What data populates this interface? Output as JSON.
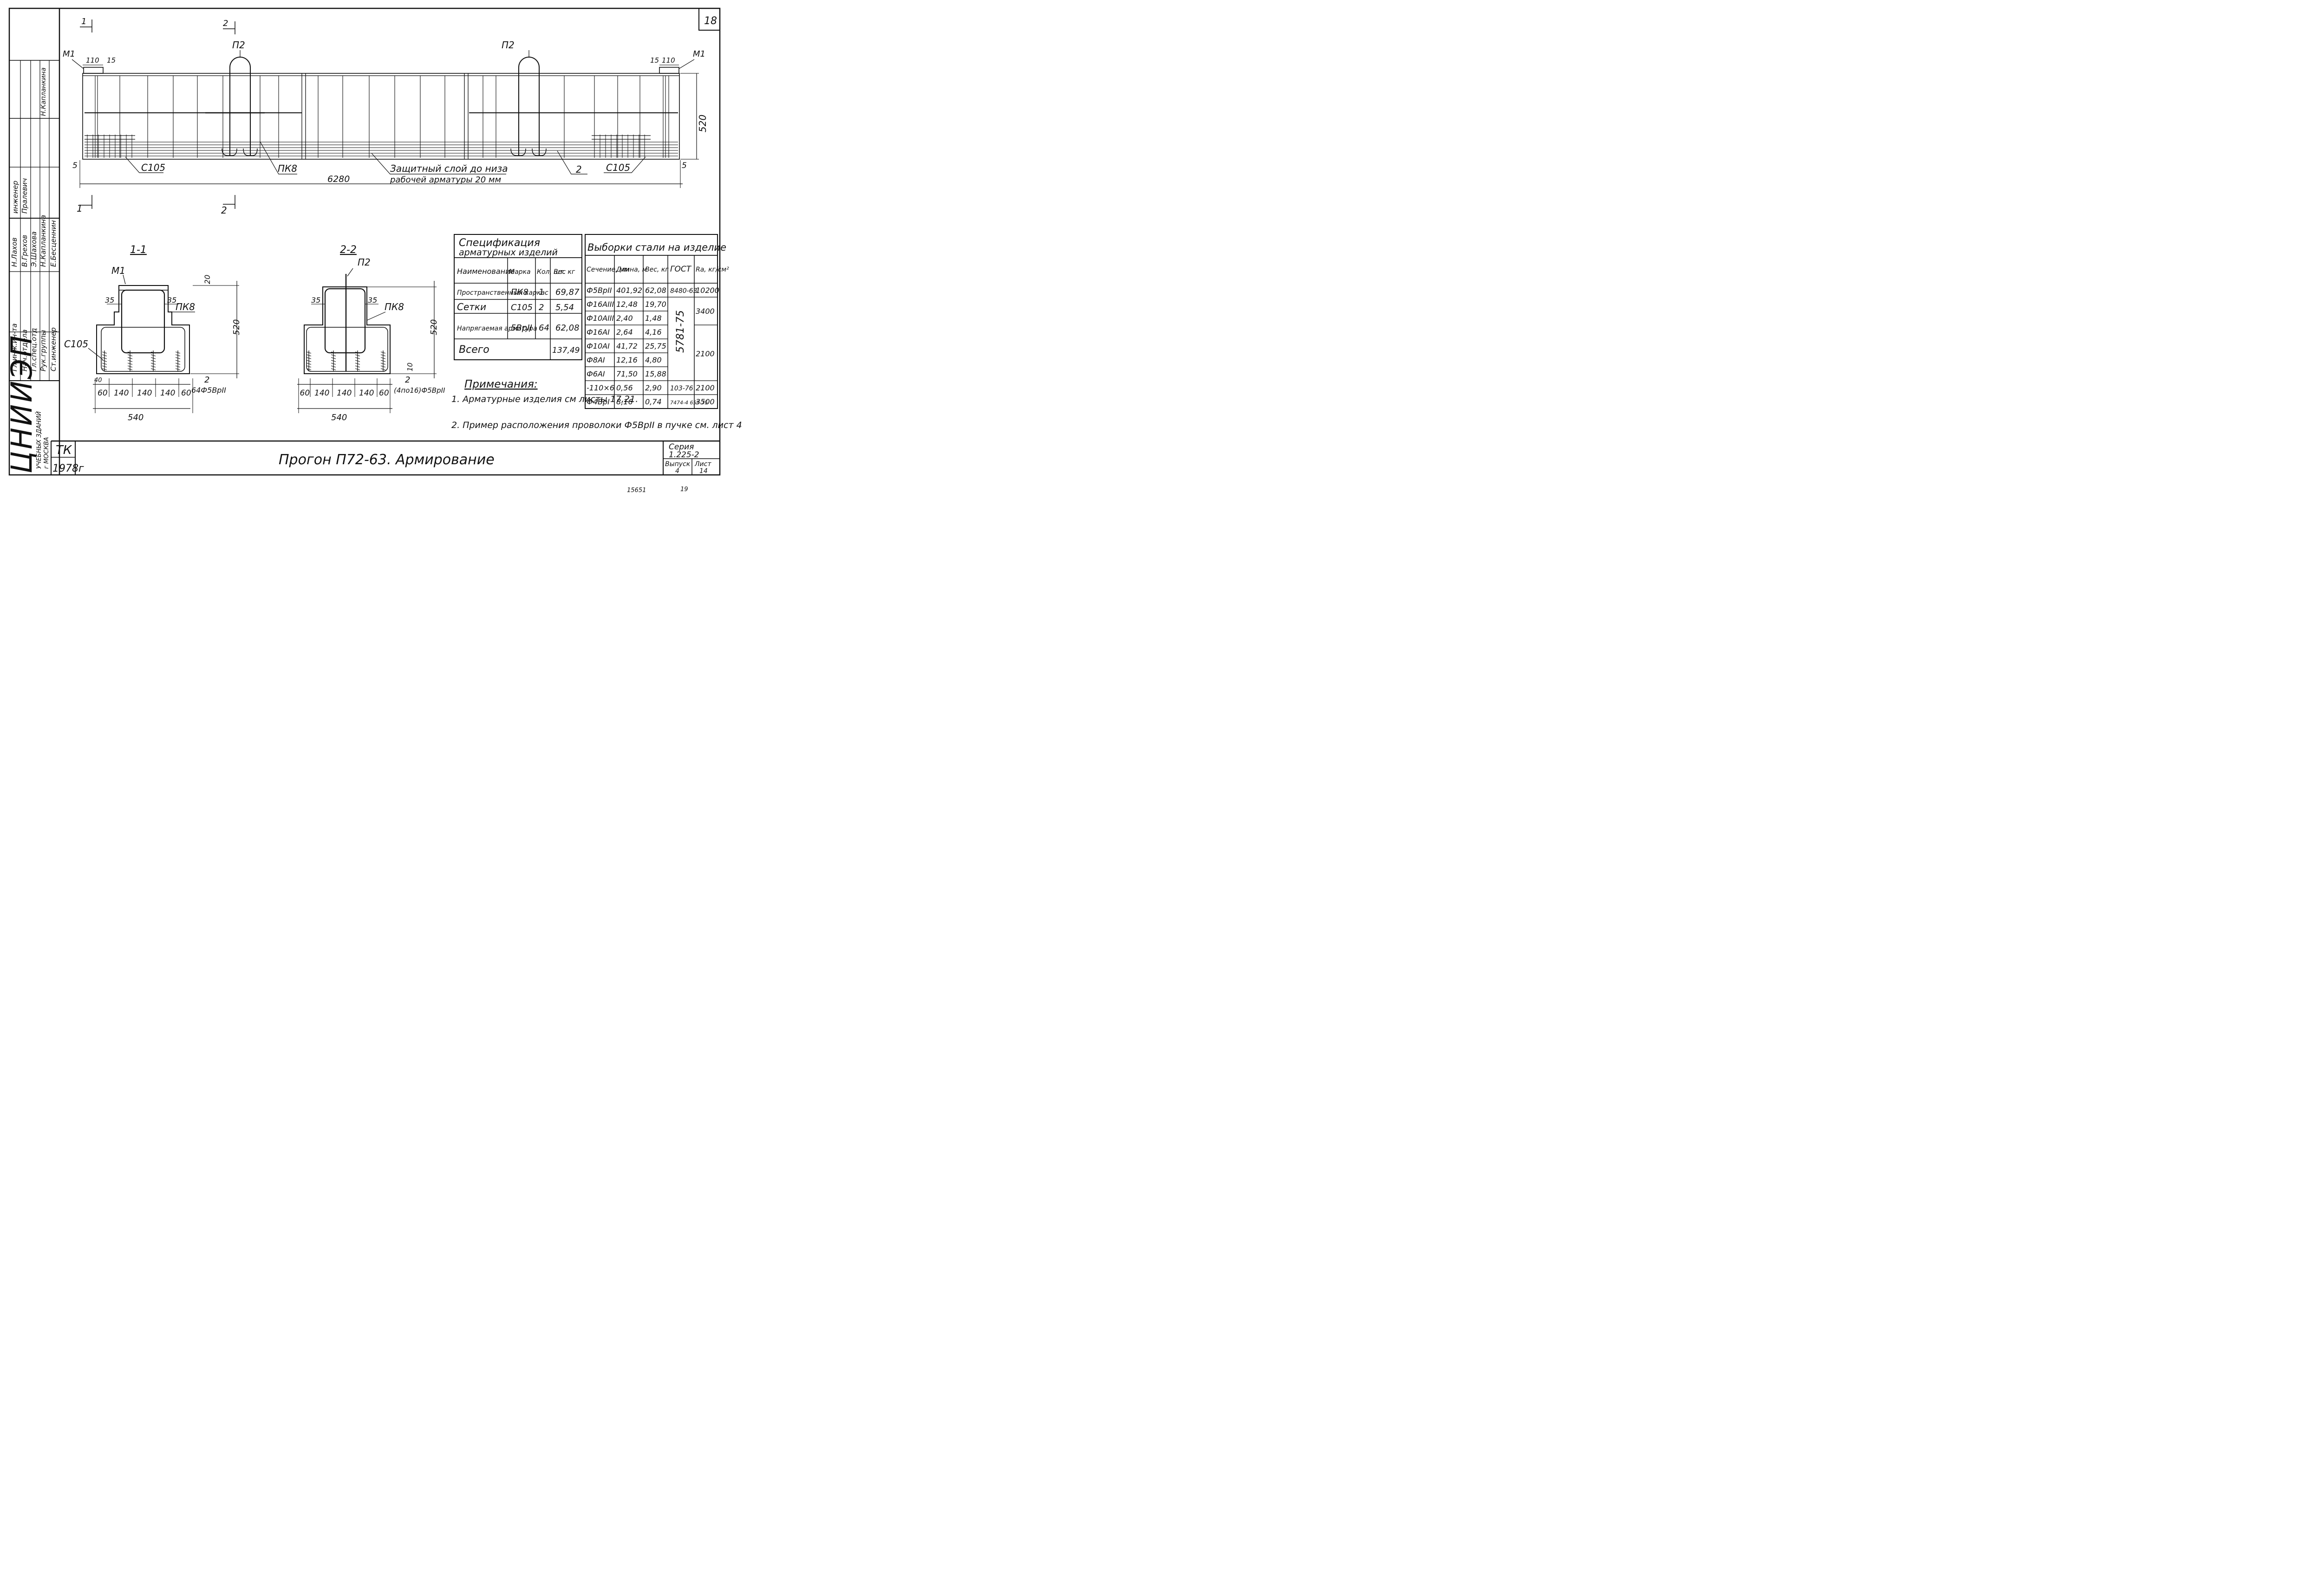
{
  "sheet": {
    "sheet_number_corner": "18",
    "title": "Прогон П72-63. Армирование",
    "series_label": "Серия",
    "series_value": "1.225-2",
    "issue_label": "Выпуск",
    "issue_value": "4",
    "sheet_label": "Лист",
    "sheet_value": "14",
    "tk": "ТК",
    "year": "1978г",
    "bottom_stamp_left": "15651",
    "bottom_stamp_right": "19",
    "org_big": "ЦНИИЭП",
    "org_small_1": "УЧЕБНЫХ ЗДАНИЙ",
    "org_small_2": "г МОСКВА"
  },
  "stamp": {
    "roles": [
      "Гл.инж.ин-та",
      "Нач.отдела",
      "Гл.спец.отд",
      "Рук.группы",
      "Ст.инженер"
    ],
    "names": [
      "Н.Лахов",
      "В.Грехов",
      "Э.Шахова",
      "Н.Капланкина",
      "Е.Бесценнин"
    ],
    "upper_roles": [
      "инженер"
    ],
    "upper_names": [
      "Н.Капланкина",
      "Пралевич"
    ]
  },
  "elevation": {
    "labels": {
      "m1_left": "М1",
      "m1_right": "М1",
      "p2_left": "П2",
      "p2_right": "П2",
      "c105_left": "С105",
      "c105_right": "С105",
      "pk8": "ПК8",
      "bar2": "2",
      "cut1_top": "1",
      "cut1_bottom": "1",
      "cut2_top": "2",
      "cut2_bottom": "2"
    },
    "dims": {
      "d110_left": "110",
      "d15_left": "15",
      "d15_right": "15",
      "d110_right": "110",
      "height": "520",
      "length": "6280",
      "d5_left": "5",
      "d5_right": "5"
    },
    "note_line1": "Защитный слой до низа",
    "note_line2": "рабочей арматуры 20 мм"
  },
  "section_1": {
    "title": "1-1",
    "m1": "М1",
    "pk8": "ПК8",
    "c105": "С105",
    "d35a": "35",
    "d35b": "35",
    "d20": "20",
    "d520": "520",
    "d40": "40",
    "bottom_dims": [
      "60",
      "140",
      "140",
      "140",
      "60"
    ],
    "width": "540",
    "bar_mark": "2",
    "bar_spec": "64Ф5ВрII"
  },
  "section_2": {
    "title": "2-2",
    "p2": "П2",
    "pk8": "ПК8",
    "d35a": "35",
    "d35b": "35",
    "d520": "520",
    "d10": "10",
    "bottom_dims": [
      "60",
      "140",
      "140",
      "140",
      "60"
    ],
    "width": "540",
    "bar_mark": "2",
    "bar_spec": "(4по16)Ф5ВрII"
  },
  "spec_table": {
    "title_1": "Спецификация",
    "title_2": "арматурных изделий",
    "headers": [
      "Наименование",
      "Марка",
      "Кол, шт.",
      "Вес кг"
    ],
    "rows": [
      [
        "Пространственный каркас",
        "ПК8",
        "1",
        "69,87"
      ],
      [
        "Сетки",
        "С105",
        "2",
        "5,54"
      ],
      [
        "Напрягаемая арматура",
        "5ВрII",
        "64",
        "62,08"
      ]
    ],
    "total_label": "Всего",
    "total_value": "137,49"
  },
  "steel_table": {
    "title": "Выборки стали на изделие",
    "headers": [
      "Сечение, мм",
      "Длина, м",
      "Вес, кг",
      "ГОСТ",
      "Ra, кг/см²"
    ],
    "rows": [
      [
        "Ф5ВрII",
        "401,92",
        "62,08",
        "8480-63",
        "10200"
      ],
      [
        "Ф16АIII",
        "12,48",
        "19,70",
        "",
        "3400"
      ],
      [
        "Ф10АIII",
        "2,40",
        "1,48",
        "",
        ""
      ],
      [
        "Ф16АI",
        "2,64",
        "4,16",
        "",
        "2100"
      ],
      [
        "Ф10АI",
        "41,72",
        "25,75",
        "",
        ""
      ],
      [
        "Ф8АI",
        "12,16",
        "4,80",
        "",
        ""
      ],
      [
        "Ф6АI",
        "71,50",
        "15,88",
        "",
        ""
      ],
      [
        "-110×6",
        "0,56",
        "2,90",
        "103-76",
        "2100"
      ],
      [
        "Ф4ВрI",
        "8,16",
        "0,74",
        "7474-4 659-75",
        "3500"
      ]
    ],
    "merged_gost": "5781-75"
  },
  "notes": {
    "title": "Примечания:",
    "items": [
      "1. Арматурные изделия см листы 17,21.",
      "2. Пример расположения проволоки Ф5ВрII в пучке см. лист 4"
    ]
  }
}
